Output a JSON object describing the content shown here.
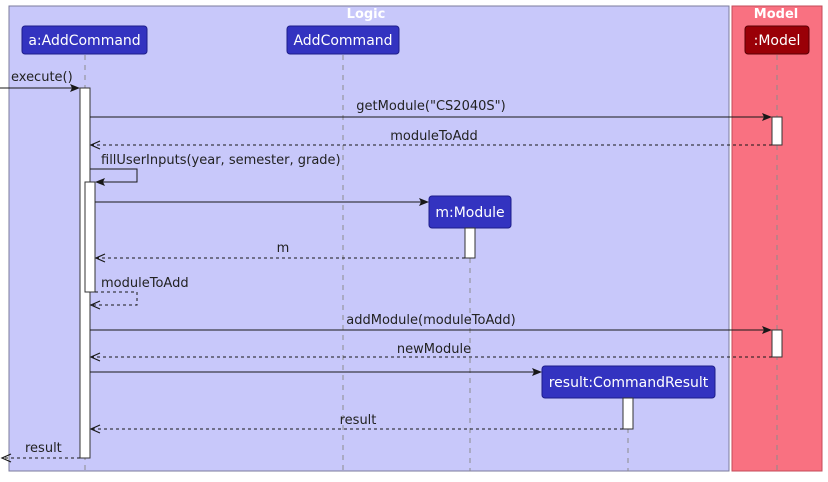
{
  "colors": {
    "logic_bg": "#c8c8fa",
    "logic_border": "#7b7b9c",
    "model_bg": "#f97181",
    "model_border": "#c44a58",
    "logic_participant": "#3333c0",
    "model_participant": "#9a0007"
  },
  "boxes": {
    "logic": {
      "title": "Logic"
    },
    "model": {
      "title": "Model"
    }
  },
  "participants": {
    "add_command_instance": "a:AddCommand",
    "add_command_class": "AddCommand",
    "model": ":Model",
    "module": "m:Module",
    "command_result": "result:CommandResult"
  },
  "messages": [
    {
      "id": "execute",
      "label": "execute()"
    },
    {
      "id": "get-module",
      "label": "getModule(\"CS2040S\")"
    },
    {
      "id": "module-to-add-return",
      "label": "moduleToAdd"
    },
    {
      "id": "fill-user-inputs",
      "label": "fillUserInputs(year, semester, grade)"
    },
    {
      "id": "create-module",
      "label": ""
    },
    {
      "id": "m-return",
      "label": "m"
    },
    {
      "id": "self-module-to-add-return",
      "label": "moduleToAdd"
    },
    {
      "id": "add-module",
      "label": "addModule(moduleToAdd)"
    },
    {
      "id": "new-module-return",
      "label": "newModule"
    },
    {
      "id": "create-result",
      "label": ""
    },
    {
      "id": "result-return",
      "label": "result"
    },
    {
      "id": "final-result-return",
      "label": "result"
    }
  ]
}
